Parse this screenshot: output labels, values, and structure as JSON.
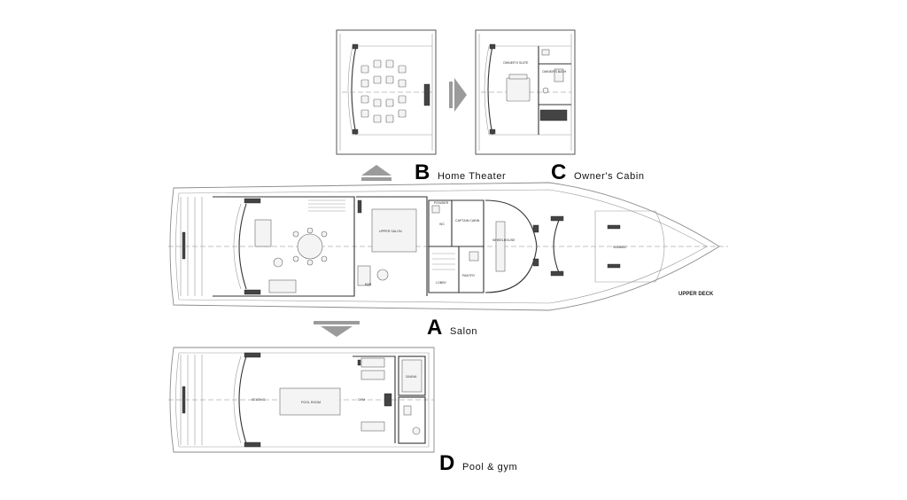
{
  "labels": {
    "a": {
      "letter": "A",
      "caption": "Salon"
    },
    "b": {
      "letter": "B",
      "caption": "Home Theater"
    },
    "c": {
      "letter": "C",
      "caption": "Owner's Cabin"
    },
    "d": {
      "letter": "D",
      "caption": "Pool & gym"
    }
  },
  "deck_label": "UPPER DECK",
  "plan_text": {
    "upper_salon": "UPPER SALON",
    "bar": "BAR",
    "pantry": "PANTRY",
    "lobby": "LOBBY",
    "wheelhouse": "WHEELHOUSE",
    "sunbed": "SUNBED",
    "powder": "POWDER",
    "captain_cabin": "CAPTAIN CABIN",
    "wc": "WC",
    "owners_suite": "OWNER'S SUITE",
    "owners_bath": "OWNER'S BATH",
    "pool_room": "POOL ROOM",
    "gym": "GYM",
    "sauna": "SAUNA",
    "seating": "SEATING"
  },
  "colors": {
    "arrow": "#9b9b9b",
    "line": "#8a8a8a",
    "wall": "#333333"
  }
}
